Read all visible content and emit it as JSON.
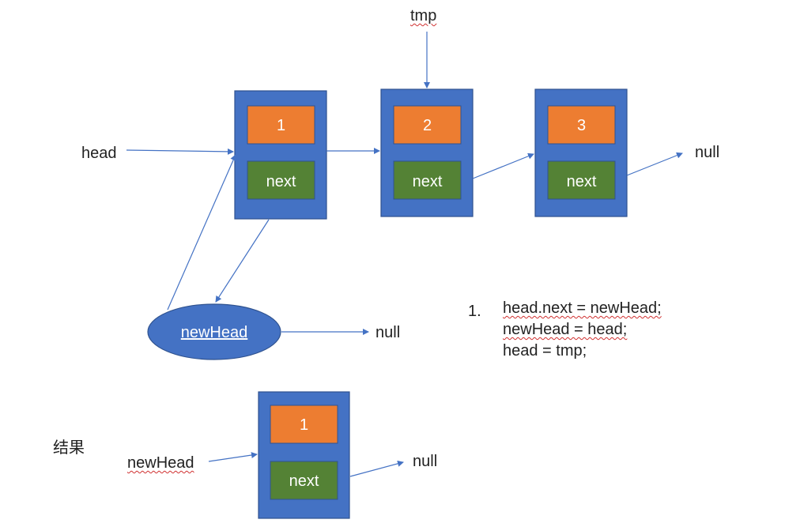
{
  "colors": {
    "node_fill": "#4472C4",
    "node_border": "#2F528F",
    "value_fill": "#ED7D31",
    "next_fill": "#548235",
    "arrow": "#4472C4",
    "ellipse_fill": "#4472C4"
  },
  "labels": {
    "tmp": "tmp",
    "head": "head",
    "null_main": "null",
    "null_newhead": "null",
    "null_result": "null",
    "result_title": "结果",
    "result_pointer": "newHead"
  },
  "list": [
    {
      "value": "1",
      "next": "next"
    },
    {
      "value": "2",
      "next": "next"
    },
    {
      "value": "3",
      "next": "next"
    }
  ],
  "new_head_node": {
    "label": "newHead"
  },
  "result_node": {
    "value": "1",
    "next": "next"
  },
  "code": {
    "number": "1.",
    "lines": [
      {
        "text": "head.next = newHead;"
      },
      {
        "text": "newHead = head;"
      },
      {
        "text": "head = tmp;"
      }
    ]
  }
}
